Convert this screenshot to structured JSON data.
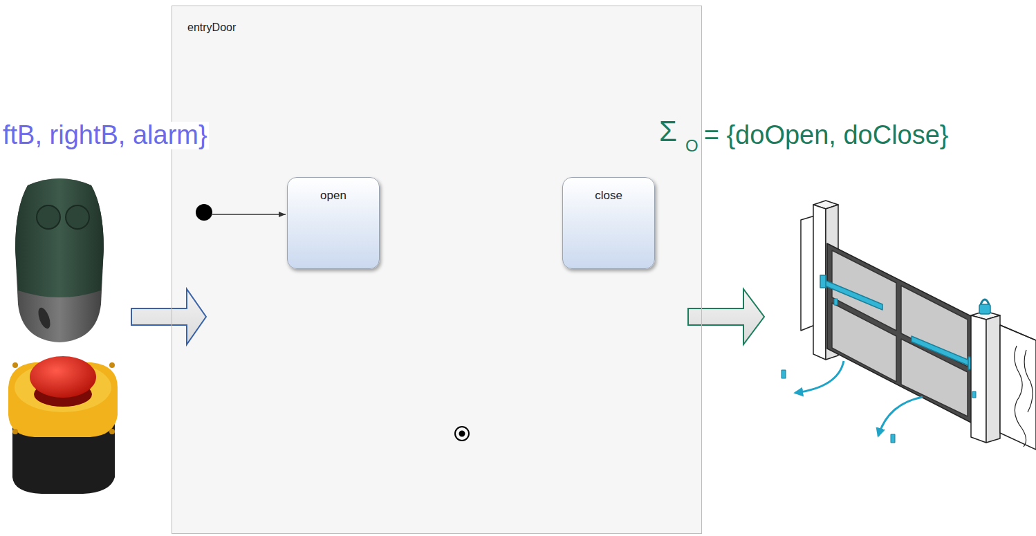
{
  "diagram": {
    "nodes": [
      {
        "text": [
          "entryDoor"
        ]
      },
      {
        "text": [
          "open"
        ],
        "in": 0
      },
      {
        "text": [
          "close"
        ],
        "in": 0
      }
    ],
    "labels": [
      "ftB, rightB, alarm}",
      "Σ",
      "O",
      "= {doOpen, doClose}"
    ]
  }
}
